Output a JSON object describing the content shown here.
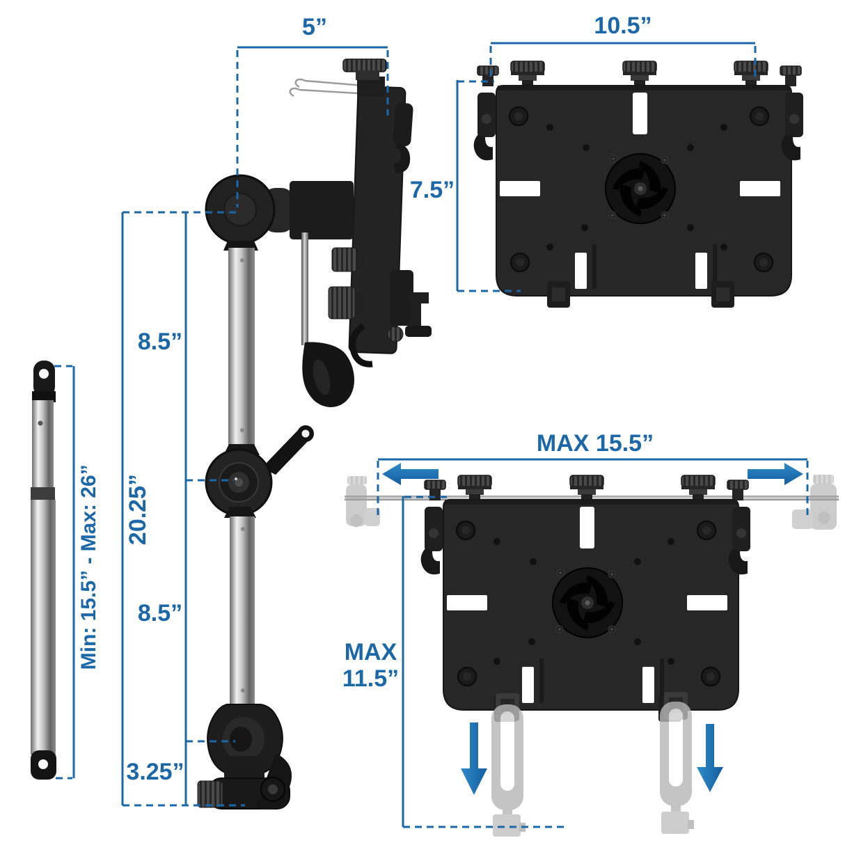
{
  "figure_title": "Vehicle laptop mount dimension diagram",
  "accent_color": "#1b67a8",
  "arrow_color": "#1e74b5",
  "labels": {
    "arm_head_width": "5”",
    "tray_width": "10.5”",
    "tray_height": "7.5”",
    "pole_length_range": "Min: 15.5” - Max: 26”",
    "upper_arm_length": "8.5”",
    "arm_total_length": "20.25”",
    "lower_arm_length": "8.5”",
    "base_height": "3.25”",
    "tray_max_width": "MAX 15.5”",
    "tray_max_height_line1": "MAX",
    "tray_max_height_line2": "11.5”"
  }
}
